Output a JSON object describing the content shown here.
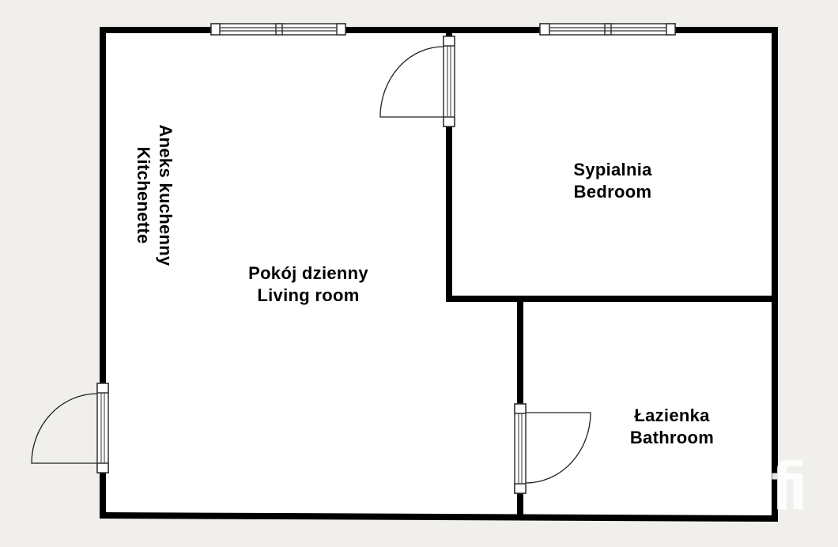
{
  "floorplan": {
    "rooms": [
      {
        "id": "living",
        "label_pl": "Pokój dzienny",
        "label_en": "Living room"
      },
      {
        "id": "bedroom",
        "label_pl": "Sypialnia",
        "label_en": "Bedroom"
      },
      {
        "id": "bathroom",
        "label_pl": "Łazienka",
        "label_en": "Bathroom"
      },
      {
        "id": "kitchenette",
        "label_pl": "Aneks kuchenny",
        "label_en": "Kitchenette",
        "orientation": "vertical"
      }
    ],
    "windows": [
      {
        "id": "window-living-top"
      },
      {
        "id": "window-bedroom-top"
      }
    ],
    "doors": [
      {
        "id": "door-entrance",
        "wall": "left"
      },
      {
        "id": "door-bedroom"
      },
      {
        "id": "door-bathroom"
      }
    ],
    "colors": {
      "background": "#f0efeb",
      "floor": "#ffffff",
      "wall": "#000000"
    }
  },
  "watermark": {
    "text": "fi"
  }
}
